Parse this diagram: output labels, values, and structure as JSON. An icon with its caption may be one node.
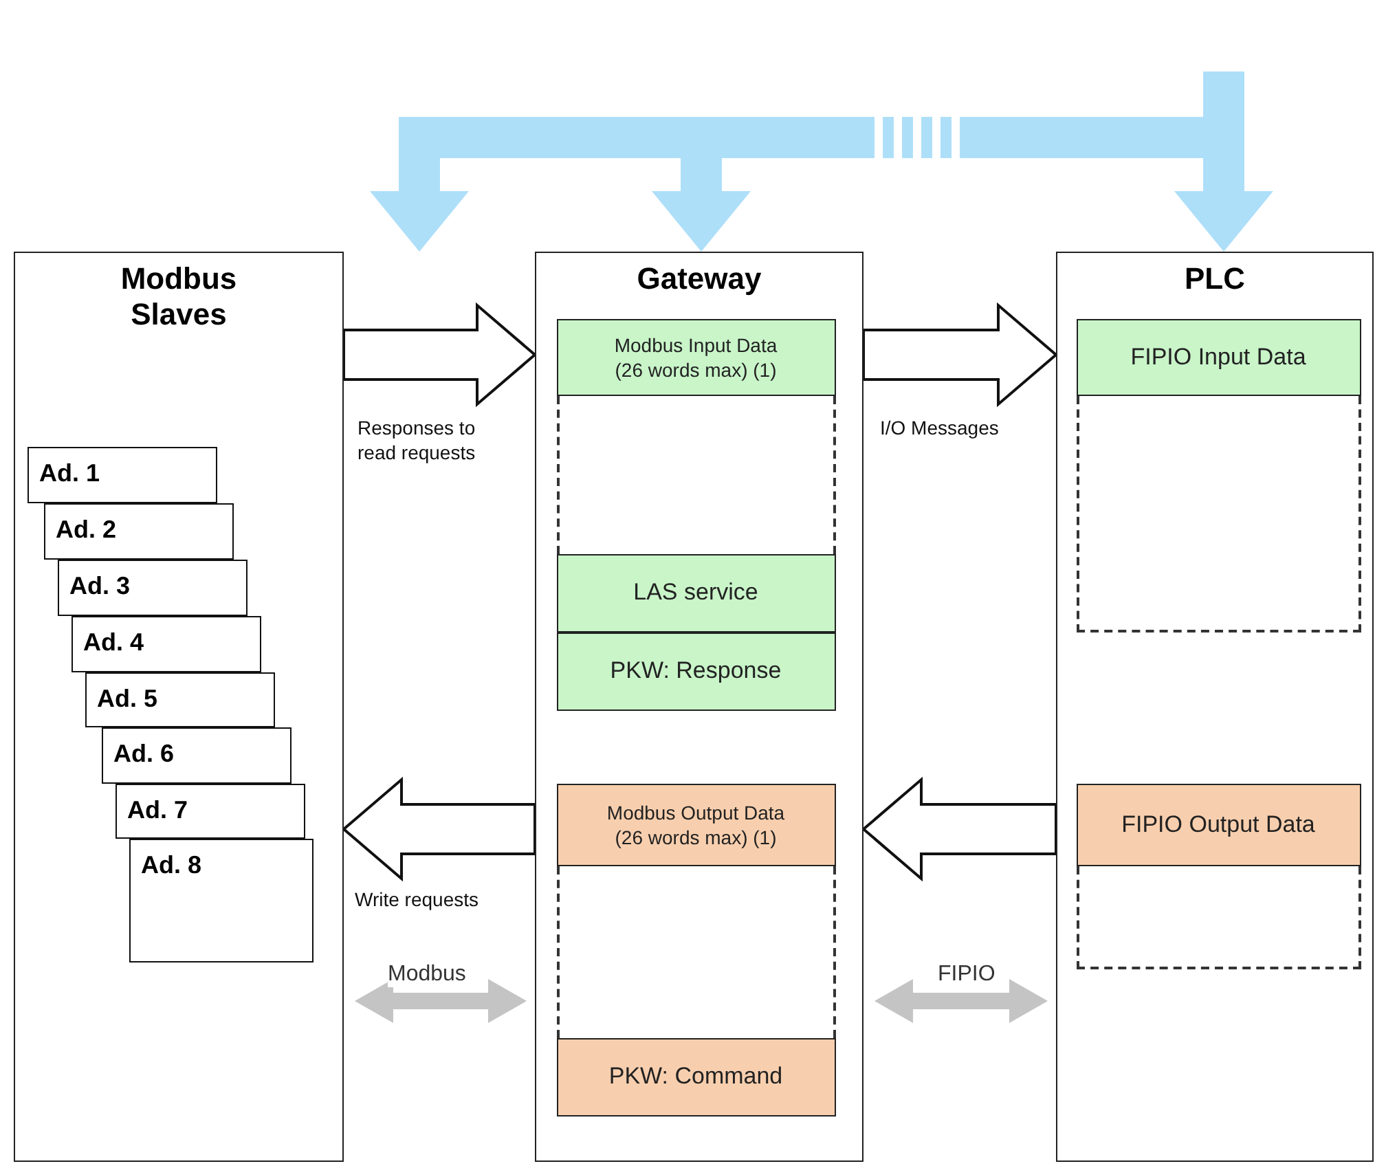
{
  "diagram": {
    "nodes": [
      {
        "text": [
          "Modbus Slaves"
        ]
      },
      {
        "text": [
          "Ad. 1"
        ],
        "in": 0
      },
      {
        "text": [
          "Ad. 2"
        ],
        "in": 0
      },
      {
        "text": [
          "Ad. 3"
        ],
        "in": 0
      },
      {
        "text": [
          "Ad. 4"
        ],
        "in": 0
      },
      {
        "text": [
          "Ad. 5"
        ],
        "in": 0
      },
      {
        "text": [
          "Ad. 6"
        ],
        "in": 0
      },
      {
        "text": [
          "Ad. 7"
        ],
        "in": 0
      },
      {
        "text": [
          "Ad. 8"
        ],
        "in": 0
      },
      {
        "text": [
          "Gateway"
        ]
      },
      {
        "text": [
          "Modbus Input Data (26 words max) (1)"
        ],
        "in": 9
      },
      {
        "text": [],
        "shape": "box",
        "in": 9
      },
      {
        "text": [
          "LAS service"
        ],
        "in": 9
      },
      {
        "text": [
          "PKW: Response"
        ],
        "in": 9
      },
      {
        "text": [
          "Modbus Output Data (26 words max) (1)"
        ],
        "in": 9
      },
      {
        "text": [],
        "shape": "box",
        "in": 9
      },
      {
        "text": [
          "PKW: Command"
        ],
        "in": 9
      },
      {
        "text": [
          "PLC"
        ]
      },
      {
        "text": [
          "FIPIO Input Data"
        ],
        "in": 17
      },
      {
        "text": [],
        "shape": "box",
        "in": 17
      },
      {
        "text": [
          "FIPIO Output Data"
        ],
        "in": 17
      },
      {
        "text": [],
        "shape": "box",
        "in": 17
      }
    ],
    "edges": [
      {
        "from": 0,
        "to": 9,
        "arrow": "to",
        "style": "thick",
        "label": "Responses to read requests"
      },
      {
        "from": 9,
        "to": 17,
        "arrow": "to",
        "style": "thick",
        "label": "I/O Messages"
      },
      {
        "from": 9,
        "to": 0,
        "arrow": "to",
        "style": "thick",
        "label": "Write requests"
      },
      {
        "from": 17,
        "to": 9,
        "arrow": "to",
        "style": "thick"
      },
      {
        "from": 0,
        "to": 9,
        "arrow": "both",
        "style": "thick",
        "color": "#c4c4c4",
        "label": "Modbus"
      },
      {
        "from": 9,
        "to": 17,
        "arrow": "both",
        "style": "thick",
        "color": "#c4c4c4",
        "label": "FIPIO"
      },
      {
        "from": null,
        "to": 0,
        "arrow": "to",
        "style": "thick",
        "color": "#aedff9"
      },
      {
        "from": null,
        "to": 9,
        "arrow": "to",
        "style": "thick",
        "color": "#aedff9"
      },
      {
        "from": null,
        "to": 17,
        "arrow": "to",
        "style": "thick",
        "color": "#aedff9"
      }
    ]
  }
}
